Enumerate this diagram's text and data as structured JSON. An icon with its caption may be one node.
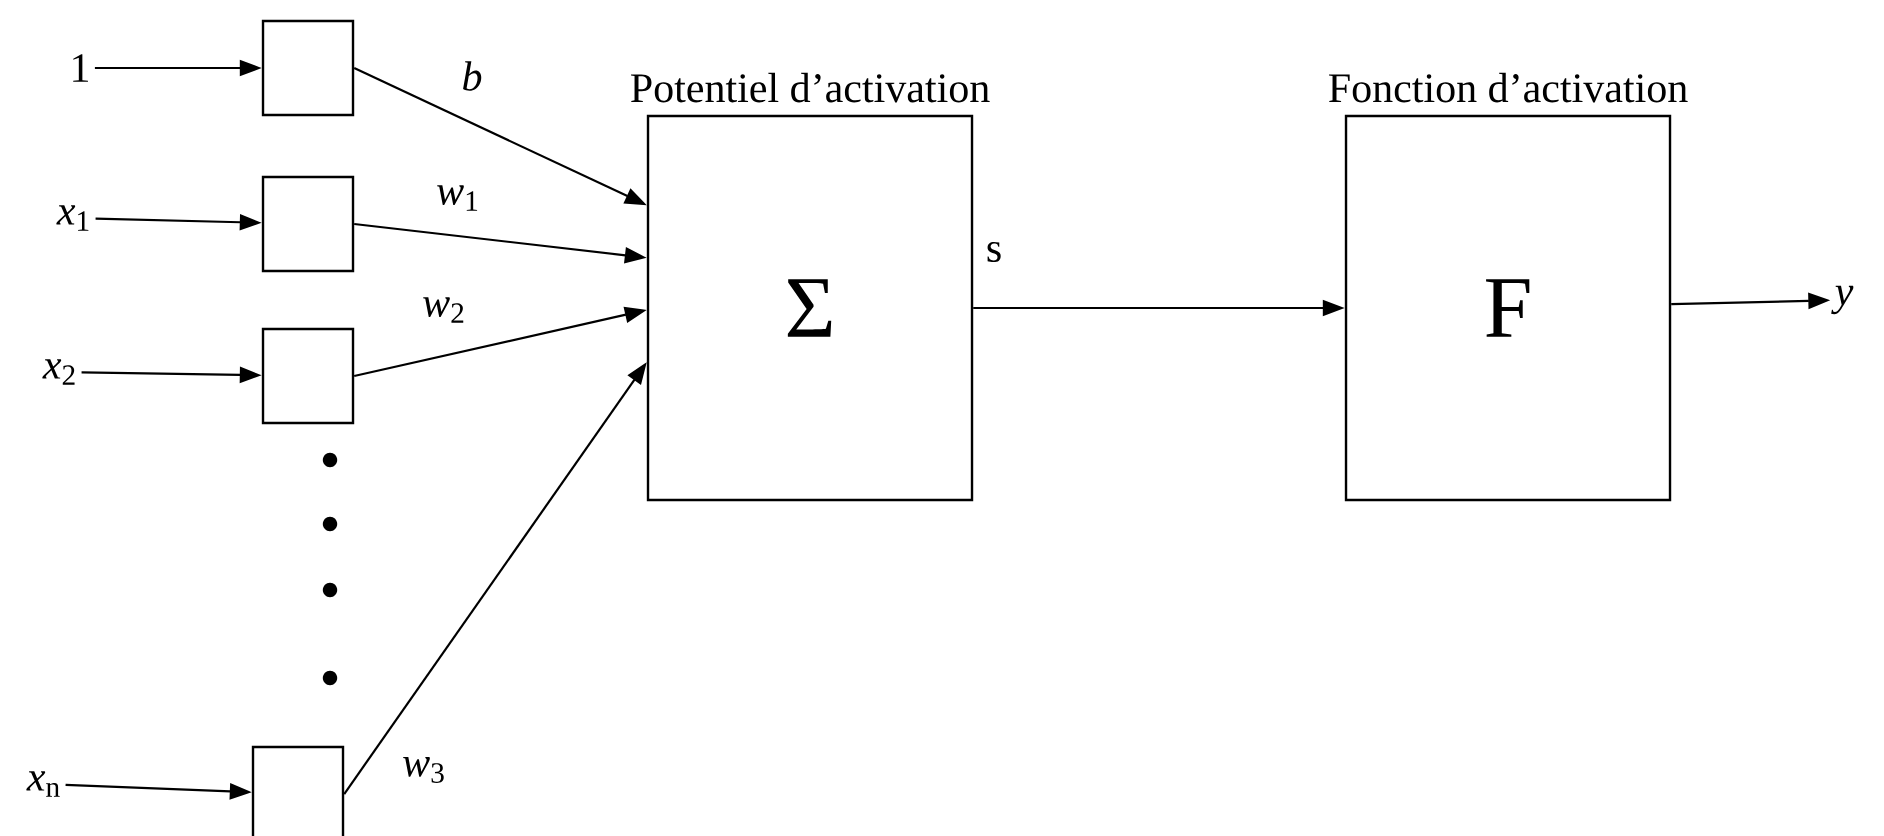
{
  "diagram": {
    "nodes": [
      {
        "text": [
          "1"
        ]
      },
      {
        "text": [
          "*x*$_{1}$"
        ]
      },
      {
        "text": [
          "*x*$_{2}$"
        ]
      },
      {
        "text": [
          "*x*$_{n}$"
        ]
      },
      {
        "text": [],
        "shape": "box"
      },
      {
        "text": [],
        "shape": "box"
      },
      {
        "text": [],
        "shape": "box"
      },
      {
        "text": [],
        "shape": "box"
      },
      {
        "text": [
          "Potentiel d’activation",
          "Σ"
        ]
      },
      {
        "text": [
          "Fonction d’activation",
          "F"
        ]
      },
      {
        "text": [
          "y"
        ]
      }
    ],
    "edges": [
      {
        "from": 0,
        "to": 4,
        "arrow": "to"
      },
      {
        "from": 1,
        "to": 5,
        "arrow": "to"
      },
      {
        "from": 2,
        "to": 6,
        "arrow": "to"
      },
      {
        "from": 3,
        "to": 7,
        "arrow": "to"
      },
      {
        "from": 4,
        "to": 8,
        "arrow": "to",
        "label": "*b*"
      },
      {
        "from": 5,
        "to": 8,
        "arrow": "to",
        "label": "*w*$_{1}$"
      },
      {
        "from": 6,
        "to": 8,
        "arrow": "to",
        "label": "*w*$_{2}$"
      },
      {
        "from": 7,
        "to": 8,
        "arrow": "to",
        "label": "*w*$_{3}$"
      },
      {
        "from": 8,
        "to": 9,
        "arrow": "to",
        "label": "s"
      },
      {
        "from": 9,
        "to": 10,
        "arrow": "to"
      }
    ]
  }
}
